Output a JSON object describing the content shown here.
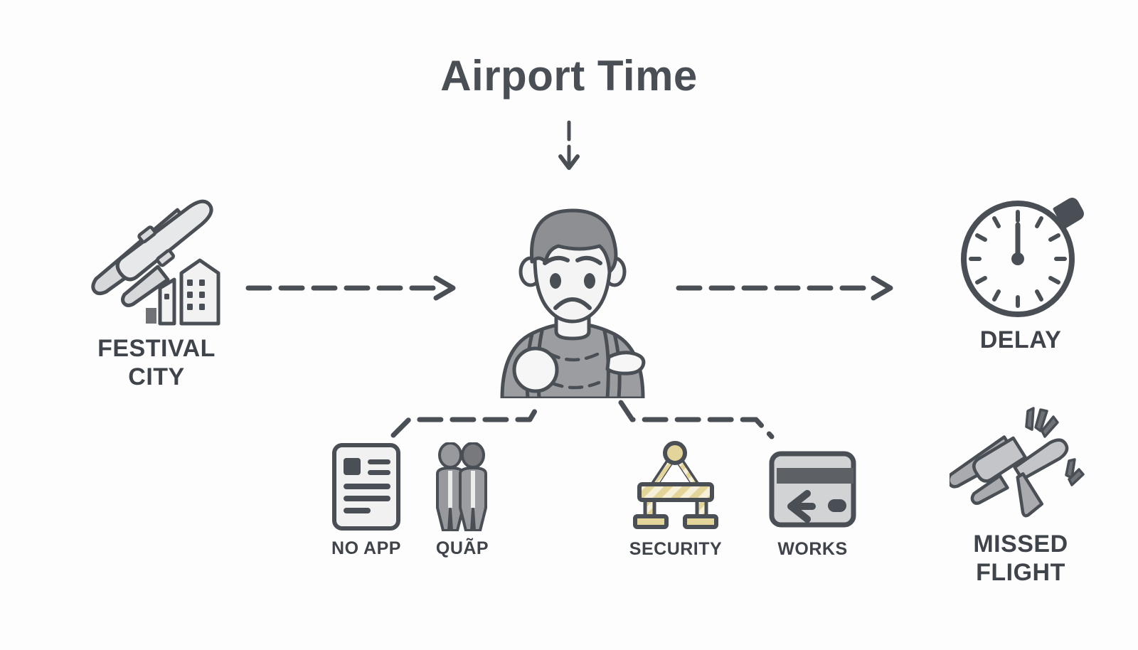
{
  "diagram": {
    "title": "Airport Time",
    "background_color": "#fdfdfd",
    "ink_color": "#4a4e55",
    "fill_light": "#f2f2f3",
    "fill_mid": "#c9cacc",
    "fill_dark": "#8f9195",
    "accent_tan": "#e3d49a"
  },
  "flow": {
    "start": {
      "id": "festival-city",
      "label": "FESTIVAL\nCITY",
      "icon": "airplane-city-icon"
    },
    "center": {
      "id": "traveler",
      "label": "",
      "icon": "worried-traveler-icon"
    },
    "outcomes": [
      {
        "id": "delay",
        "label": "DELAY",
        "icon": "stopwatch-icon"
      },
      {
        "id": "missed-flight",
        "label": "MISSED\nFLIGHT",
        "icon": "broken-plane-icon"
      }
    ],
    "causes": [
      {
        "id": "no-app",
        "label": "NO APP",
        "icon": "document-form-icon"
      },
      {
        "id": "queue",
        "label": "QUÃP",
        "icon": "two-people-queue-icon"
      },
      {
        "id": "security",
        "label": "SECURITY",
        "icon": "barricade-icon"
      },
      {
        "id": "works",
        "label": "WORKS",
        "icon": "payment-card-icon"
      }
    ],
    "connectors": {
      "title_to_center": "down-arrow",
      "start_to_center": "dashed-right-arrow",
      "center_to_outcome": "dashed-right-arrow",
      "center_to_causes_left": "dashed-bracket",
      "center_to_causes_right": "dashed-bracket"
    }
  }
}
